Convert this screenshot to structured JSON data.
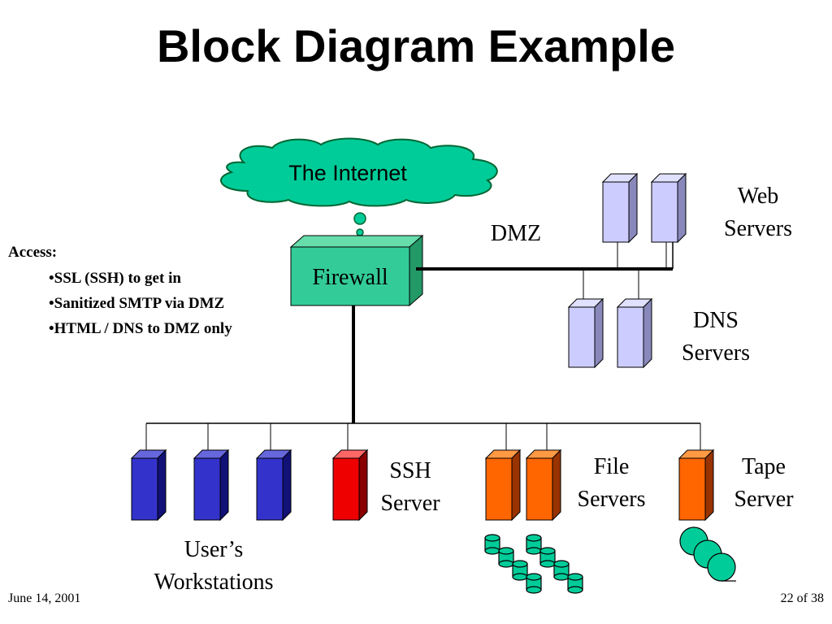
{
  "slide": {
    "title": "Block Diagram Example",
    "footer_date": "June 14, 2001",
    "page_number": "22 of 38"
  },
  "diagram": {
    "internet_label": "The Internet",
    "firewall_label": "Firewall",
    "dmz_label": "DMZ",
    "web_servers_label": [
      "Web",
      "Servers"
    ],
    "dns_servers_label": [
      "DNS",
      "Servers"
    ],
    "ssh_server_label": [
      "SSH",
      "Server"
    ],
    "file_servers_label": [
      "File",
      "Servers"
    ],
    "tape_server_label": [
      "Tape",
      "Server"
    ],
    "workstations_label": [
      "User’s",
      "Workstations"
    ]
  },
  "access_notes": {
    "heading": "Access:",
    "items": [
      "SSL (SSH) to get in",
      "Sanitized SMTP via DMZ",
      "HTML / DNS to DMZ only"
    ]
  },
  "colors": {
    "internet_fill": "#00cc99",
    "firewall_fill": "#33cc99",
    "dmz_server_fill": "#ccccff",
    "workstation_fill": "#3333cc",
    "ssh_fill": "#ee0000",
    "file_server_fill": "#ff6600",
    "storage_fill": "#00cc99"
  }
}
